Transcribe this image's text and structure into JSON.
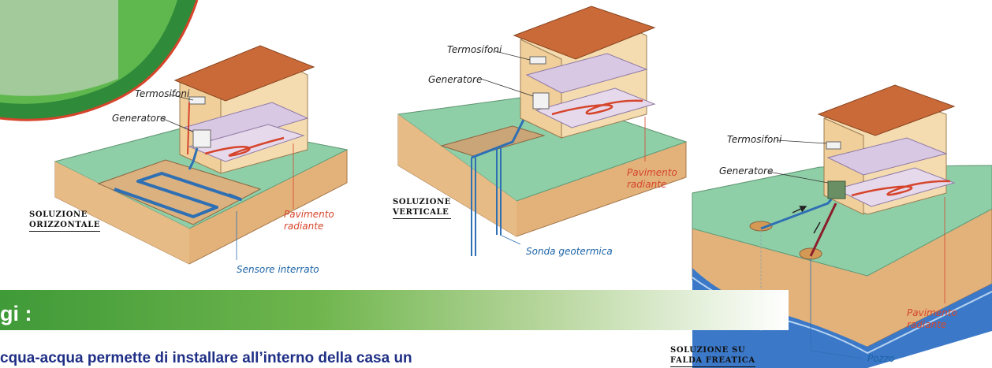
{
  "labels": {
    "termosifoni": "Termosifoni",
    "generatore": "Generatore",
    "pavimento": "Pavimento\nradiante",
    "sensore": "Sensore interrato",
    "sonda": "Sonda geotermica",
    "pozzo": "Pozzo"
  },
  "captions": {
    "orizzontale": "Soluzione\norizzontale",
    "verticale": "Soluzione\nverticale",
    "falda": "Soluzione su\nfalda freatica"
  },
  "banner": {
    "text": "gi :"
  },
  "body_text": "cqua-acqua permette di installare all’interno della casa un",
  "colors": {
    "ground_top": "#8fcfa8",
    "soil": "#e2b27a",
    "roof": "#c96a38",
    "wall": "#f4dcb0",
    "floor": "#d9c8e4",
    "heating_pipe": "#d6452b",
    "ground_pipe": "#2f6fb3",
    "water": "#3b78c8",
    "banner": "#4fa23f",
    "body_text": "#1f2f86"
  }
}
